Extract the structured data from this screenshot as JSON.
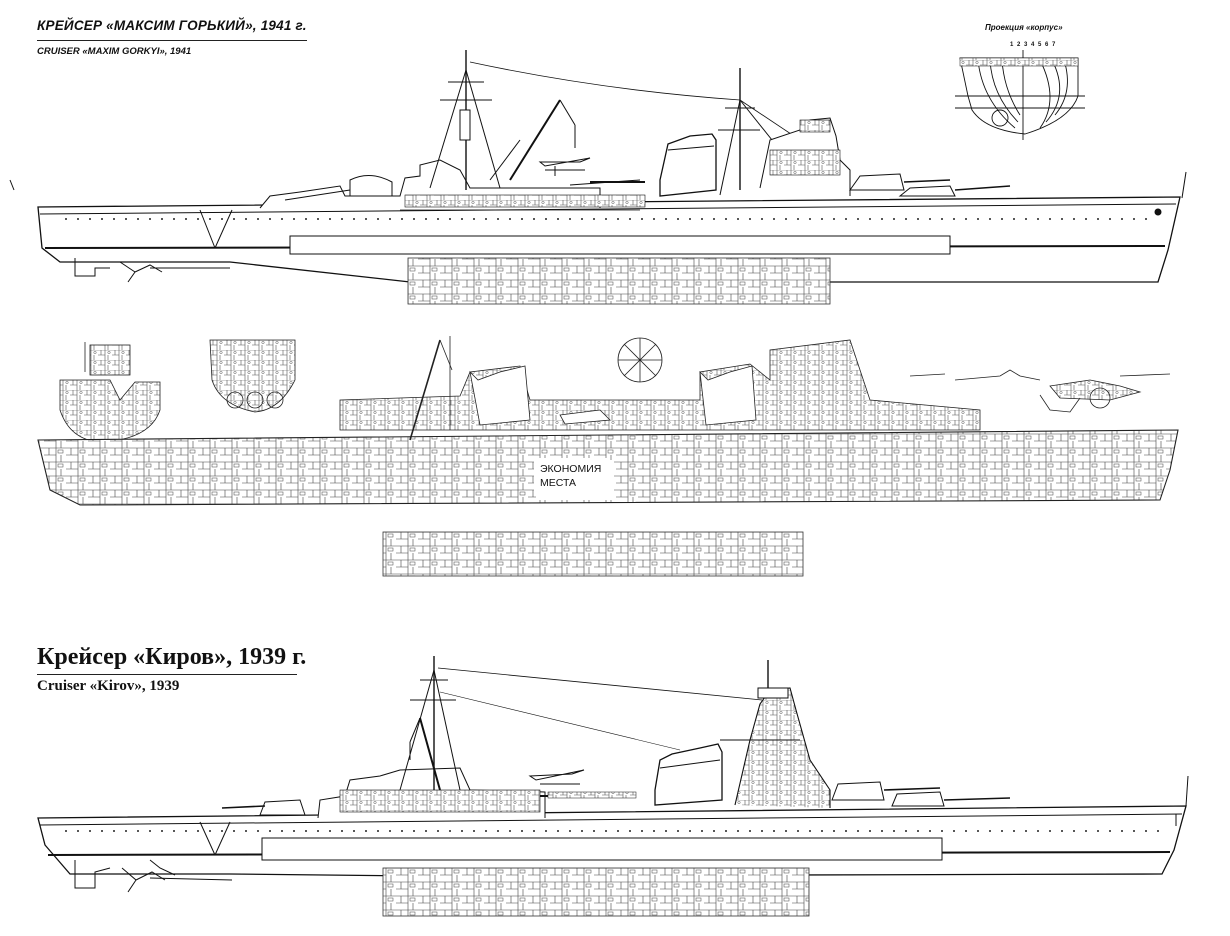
{
  "top_ship": {
    "title": "КРЕЙСЕР «МАКСИМ ГОРЬКИЙ», 1941 г.",
    "subtitle": "CRUISER «MAXIM GORKYI», 1941"
  },
  "projection": {
    "label": "Проекция «корпус»",
    "frame_numbers": "1 2 3 4 5 6 7"
  },
  "middle_section": {
    "note": "ЭКОНОМИЯ МЕСТА"
  },
  "bottom_ship": {
    "title": "Крейсер «Киров», 1939 г.",
    "subtitle": "Cruiser «Kirov», 1939"
  }
}
